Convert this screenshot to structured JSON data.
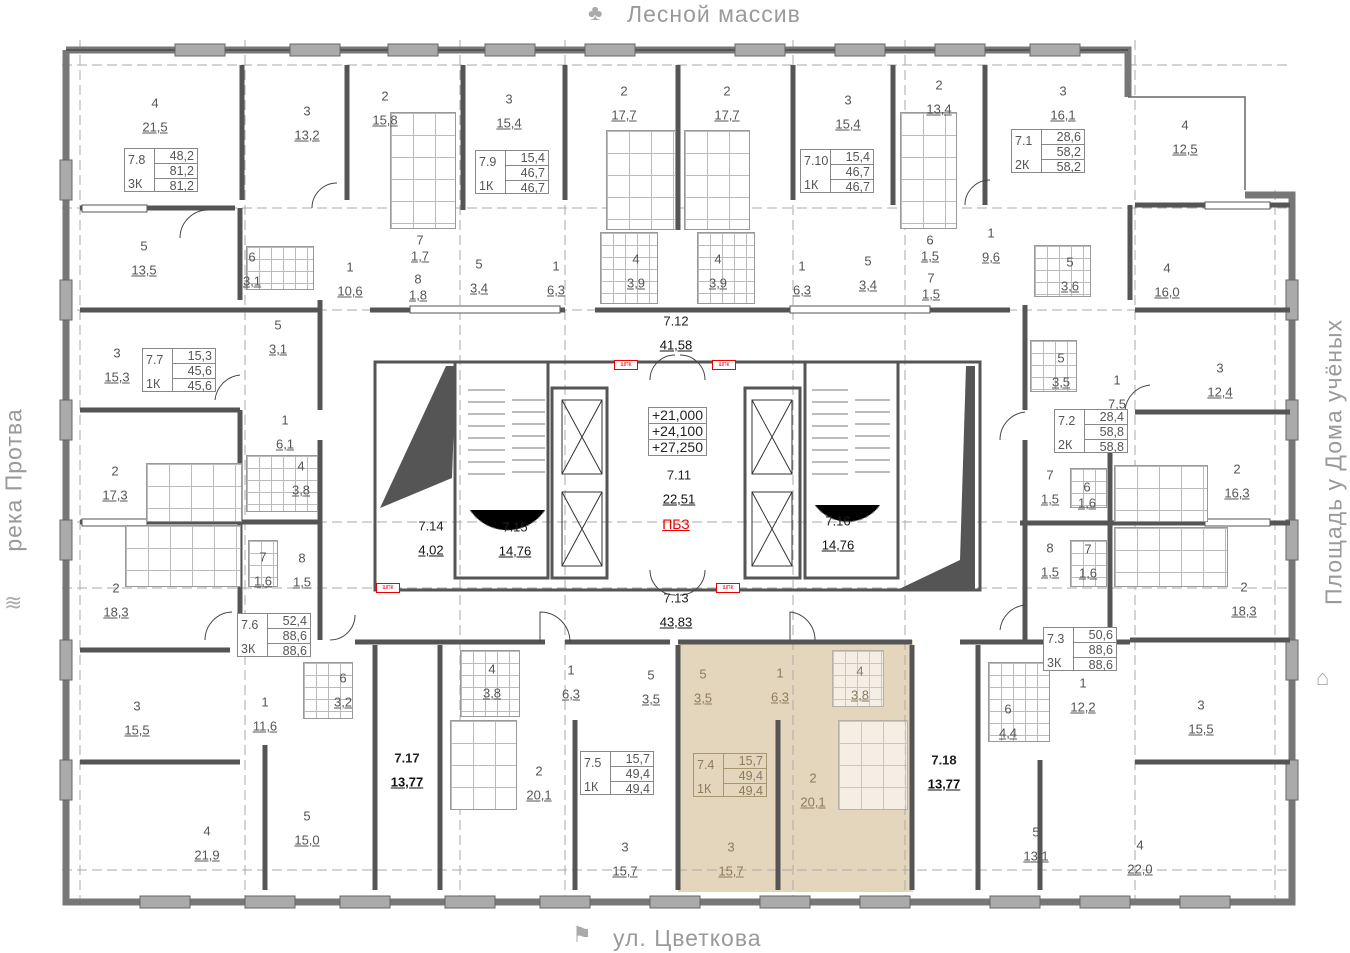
{
  "orientation": {
    "top": "Лесной массив",
    "bottom": "ул. Цветкова",
    "left": "река Протва",
    "right": "Площадь у Дома учёных",
    "icons": {
      "top": "tree-icon",
      "bottom": "signpost-icon",
      "left": "river-waves-icon",
      "right": "building-icon"
    }
  },
  "colors": {
    "highlight": "#c9ad7a",
    "walls": "#555555",
    "fire_label": "#e00000"
  },
  "rooms": [
    {
      "n": "4",
      "a": "21,5"
    },
    {
      "n": "3",
      "a": "13,2"
    },
    {
      "n": "2",
      "a": "15,8"
    },
    {
      "n": "3",
      "a": "15,4"
    },
    {
      "n": "2",
      "a": "17,7"
    },
    {
      "n": "2",
      "a": "17,7"
    },
    {
      "n": "3",
      "a": "15,4"
    },
    {
      "n": "2",
      "a": "13,4"
    },
    {
      "n": "3",
      "a": "16,1"
    },
    {
      "n": "4",
      "a": "12,5"
    },
    {
      "n": "5",
      "a": "13,5"
    },
    {
      "n": "6",
      "a": "3,1"
    },
    {
      "n": "1",
      "a": "10,6"
    },
    {
      "n": "7",
      "a": "1,7"
    },
    {
      "n": "8",
      "a": "1,8"
    },
    {
      "n": "5",
      "a": "3,4"
    },
    {
      "n": "1",
      "a": "6,3"
    },
    {
      "n": "4",
      "a": "3,9"
    },
    {
      "n": "4",
      "a": "3,9"
    },
    {
      "n": "1",
      "a": "6,3"
    },
    {
      "n": "5",
      "a": "3,4"
    },
    {
      "n": "6",
      "a": "1,5"
    },
    {
      "n": "7",
      "a": "1,5"
    },
    {
      "n": "1",
      "a": "9,6"
    },
    {
      "n": "5",
      "a": "3,6"
    },
    {
      "n": "4",
      "a": "16,0"
    },
    {
      "n": "3",
      "a": "15,3"
    },
    {
      "n": "5",
      "a": "3,1"
    },
    {
      "n": "1",
      "a": "6,1"
    },
    {
      "n": "4",
      "a": "3,8"
    },
    {
      "n": "2",
      "a": "17,3"
    },
    {
      "n": "7",
      "a": "1,6"
    },
    {
      "n": "8",
      "a": "1,5"
    },
    {
      "n": "2",
      "a": "18,3"
    },
    {
      "n": "5",
      "a": "3,5"
    },
    {
      "n": "1",
      "a": "7,5"
    },
    {
      "n": "3",
      "a": "12,4"
    },
    {
      "n": "7",
      "a": "1,5"
    },
    {
      "n": "6",
      "a": "1,6"
    },
    {
      "n": "2",
      "a": "16,3"
    },
    {
      "n": "8",
      "a": "1,5"
    },
    {
      "n": "7",
      "a": "1,6"
    },
    {
      "n": "2",
      "a": "18,3"
    },
    {
      "n": "3",
      "a": "15,5"
    },
    {
      "n": "1",
      "a": "11,6"
    },
    {
      "n": "6",
      "a": "3,2"
    },
    {
      "n": "4",
      "a": "21,9"
    },
    {
      "n": "5",
      "a": "15,0"
    },
    {
      "n": "4",
      "a": "3,8"
    },
    {
      "n": "1",
      "a": "6,3"
    },
    {
      "n": "5",
      "a": "3,5"
    },
    {
      "n": "2",
      "a": "20,1"
    },
    {
      "n": "3",
      "a": "15,7"
    },
    {
      "n": "5",
      "a": "3,5"
    },
    {
      "n": "1",
      "a": "6,3"
    },
    {
      "n": "4",
      "a": "3,8"
    },
    {
      "n": "2",
      "a": "20,1"
    },
    {
      "n": "3",
      "a": "15,7"
    },
    {
      "n": "6",
      "a": "4,4"
    },
    {
      "n": "1",
      "a": "12,2"
    },
    {
      "n": "3",
      "a": "15,5"
    },
    {
      "n": "5",
      "a": "13,1"
    },
    {
      "n": "4",
      "a": "22,0"
    }
  ],
  "corridors": [
    {
      "id": "7.12",
      "a": "41,58"
    },
    {
      "id": "7.11",
      "a": "22,51"
    },
    {
      "id": "7.13",
      "a": "43,83"
    },
    {
      "id": "7.14",
      "a": "4,02"
    },
    {
      "id": "7.15",
      "a": "14,76"
    },
    {
      "id": "7.16",
      "a": "14,76"
    },
    {
      "id": "7.17",
      "a": "13,77"
    },
    {
      "id": "7.18",
      "a": "13,77"
    }
  ],
  "fire_zone_label": "ПБЗ",
  "elevations": [
    "+21,000",
    "+24,100",
    "+27,250"
  ],
  "shpk_label": "ШПК",
  "apartments": [
    {
      "id": "7.8",
      "type": "3К",
      "living": "48,2",
      "total": "81,2",
      "total2": "81,2"
    },
    {
      "id": "7.9",
      "type": "1К",
      "living": "15,4",
      "total": "46,7",
      "total2": "46,7"
    },
    {
      "id": "7.10",
      "type": "1К",
      "living": "15,4",
      "total": "46,7",
      "total2": "46,7"
    },
    {
      "id": "7.1",
      "type": "2К",
      "living": "28,6",
      "total": "58,2",
      "total2": "58,2"
    },
    {
      "id": "7.7",
      "type": "1К",
      "living": "15,3",
      "total": "45,6",
      "total2": "45,6"
    },
    {
      "id": "7.2",
      "type": "2К",
      "living": "28,4",
      "total": "58,8",
      "total2": "58,8"
    },
    {
      "id": "7.6",
      "type": "3К",
      "living": "52,4",
      "total": "88,6",
      "total2": "88,6"
    },
    {
      "id": "7.3",
      "type": "3К",
      "living": "50,6",
      "total": "88,6",
      "total2": "88,6"
    },
    {
      "id": "7.5",
      "type": "1К",
      "living": "15,7",
      "total": "49,4",
      "total2": "49,4"
    },
    {
      "id": "7.4",
      "type": "1К",
      "living": "15,7",
      "total": "49,4",
      "total2": "49,4",
      "selected": true
    }
  ]
}
